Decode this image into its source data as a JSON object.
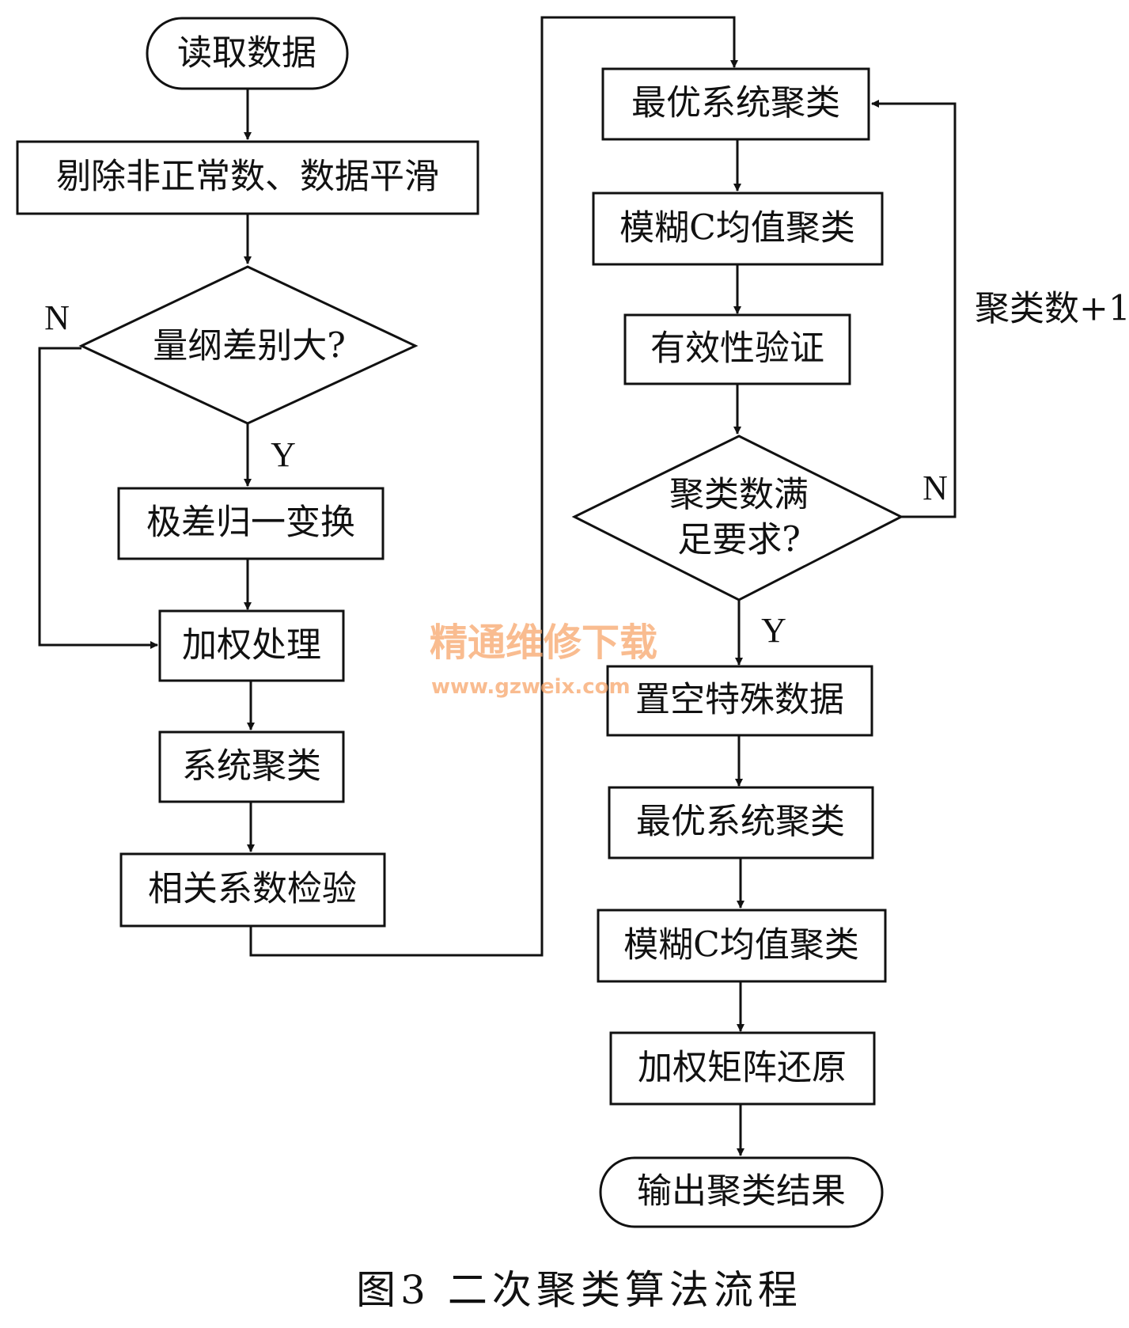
{
  "nodes": {
    "read_data": "读取数据",
    "remove_smooth": "剔除非正常数、数据平滑",
    "dimension_check": "量纲差别大?",
    "range_normalize": "极差归一变换",
    "weighting": "加权处理",
    "system_cluster": "系统聚类",
    "correlation_test": "相关系数检验",
    "optimal_cluster_1": "最优系统聚类",
    "fcm_1": "模糊C均值聚类",
    "validity_check": "有效性验证",
    "cluster_count_line1": "聚类数满",
    "cluster_count_line2": "足要求?",
    "nullify_special": "置空特殊数据",
    "optimal_cluster_2": "最优系统聚类",
    "fcm_2": "模糊C均值聚类",
    "weight_restore": "加权矩阵还原",
    "output_result": "输出聚类结果"
  },
  "edge_labels": {
    "dimension_no": "N",
    "dimension_yes": "Y",
    "count_no": "N",
    "count_yes": "Y",
    "count_increment": "聚类数+1"
  },
  "caption": "图3  二次聚类算法流程",
  "watermark": {
    "line1": "精通维修下载",
    "line2": "www.gzweix.com"
  }
}
